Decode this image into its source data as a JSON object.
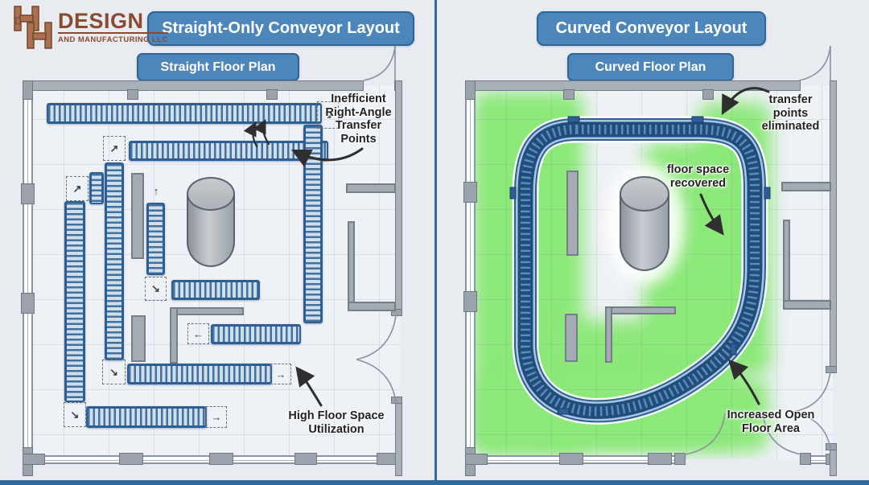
{
  "brand": {
    "mark": "HH-monogram",
    "name": "DESIGN",
    "tagline": "AND MANUFACTURING LLC"
  },
  "panels": {
    "left": {
      "title": "Straight-Only Conveyor Layout",
      "subtitle": "Straight Floor Plan",
      "annotations": {
        "transfer": {
          "lines": [
            "Inefficient",
            "Right-Angle",
            "Transfer",
            "Points"
          ]
        },
        "floor": {
          "lines": [
            "High Floor Space",
            "Utilization"
          ]
        }
      }
    },
    "right": {
      "title": "Curved Conveyor Layout",
      "subtitle": "Curved Floor Plan",
      "annotations": {
        "transfer": {
          "lines": [
            "transfer",
            "points",
            "eliminated"
          ]
        },
        "recovered": {
          "lines": [
            "floor space",
            "recovered"
          ]
        },
        "open": {
          "lines": [
            "Increased Open",
            "Floor Area"
          ]
        }
      }
    }
  },
  "glyphs": {
    "diag_up": "↗",
    "diag_down": "↘",
    "right": "→",
    "left": "←",
    "up": "↑"
  },
  "colors": {
    "accent_blue": "#4d86ba",
    "conveyor_blue": "#2e5e93",
    "loop_navy": "#1f4e7e",
    "recovered_green": "#8ce879",
    "wall_gray": "#aab0b8",
    "logo_brown": "#8a4a32",
    "divider_blue": "#2c6aa0"
  }
}
